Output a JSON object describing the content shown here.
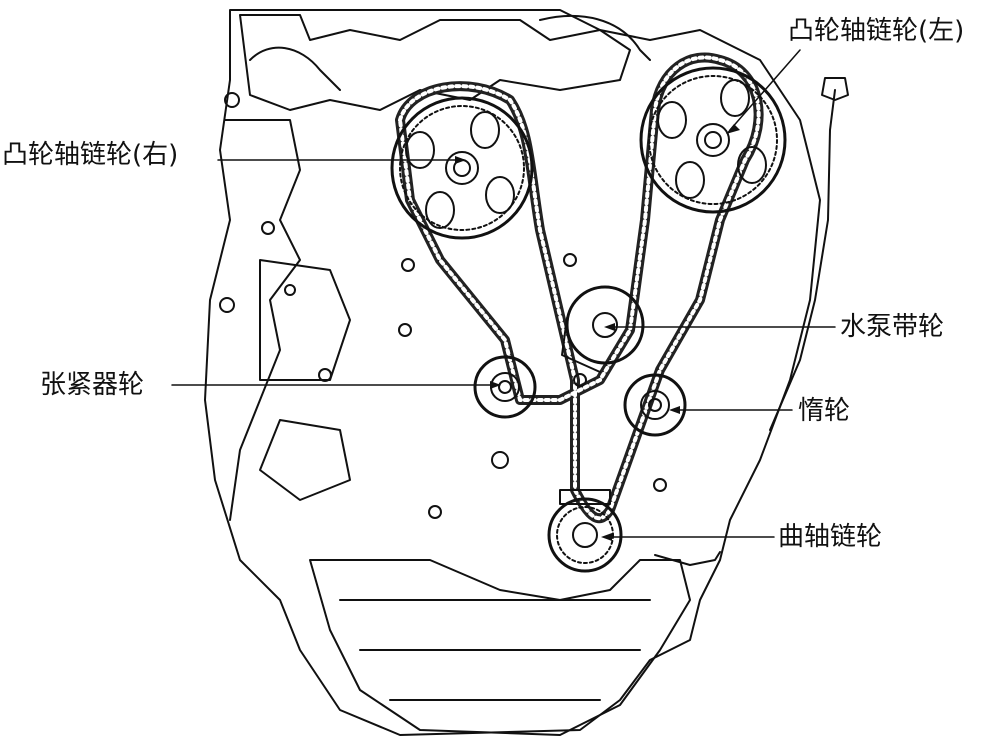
{
  "labels": {
    "cam_right": "凸轮轴链轮(右)",
    "cam_left": "凸轮轴链轮(左)",
    "water_pump": "水泵带轮",
    "tensioner": "张紧器轮",
    "idler": "惰轮",
    "crank": "曲轴链轮"
  },
  "colors": {
    "line": "#111111",
    "background": "#ffffff"
  }
}
